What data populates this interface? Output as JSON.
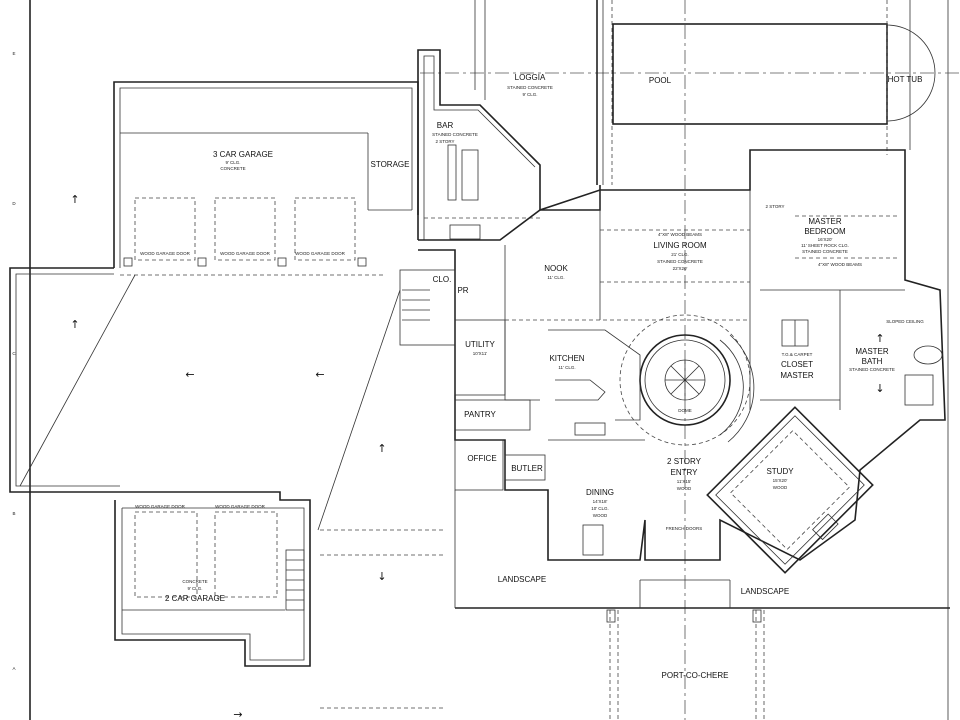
{
  "plan": {
    "garage3": {
      "name": "3 CAR GARAGE",
      "ceiling": "9' CLG.",
      "floor": "CONCRETE"
    },
    "storage": {
      "name": "STORAGE"
    },
    "loggia": {
      "name": "LOGGIA",
      "floor": "STAINED CONCRETE",
      "ceiling": "9' CLG."
    },
    "pool": {
      "name": "POOL"
    },
    "hot_tub": {
      "name": "HOT TUB"
    },
    "bar": {
      "name": "BAR",
      "floor": "STAINED CONCRETE",
      "height": "2 STORY"
    },
    "nook": {
      "name": "NOOK",
      "ceiling": "11' CLG."
    },
    "living": {
      "name": "LIVING ROOM",
      "ceiling": "21' CLG.",
      "floor": "STAINED CONCRETE",
      "size": "22'X20'",
      "beams": "4\"X8\" WOOD BEAMS"
    },
    "master_bedroom": {
      "name": "MASTER",
      "name2": "BEDROOM",
      "size": "16'X20'",
      "ceiling": "11' SHEET ROCK CLG.",
      "floor": "STAINED CONCRETE",
      "beams": "4\"X8\" WOOD BEAMS",
      "height": "2 STORY"
    },
    "clo": {
      "name": "CLO."
    },
    "pr": {
      "name": "PR"
    },
    "utility": {
      "name": "UTILITY",
      "size": "10'X11'"
    },
    "kitchen": {
      "name": "KITCHEN",
      "ceiling": "11' CLG."
    },
    "dome": {
      "name": "DOME"
    },
    "closet_master": {
      "floor": "T.G.& CARPET",
      "name": "CLOSET",
      "name2": "MASTER"
    },
    "master_bath": {
      "name": "MASTER",
      "name2": "BATH",
      "floor": "STAINED CONCRETE",
      "ceiling": "SLOPED CEILING"
    },
    "pantry": {
      "name": "PANTRY"
    },
    "office": {
      "name": "OFFICE"
    },
    "butler": {
      "name": "BUTLER"
    },
    "dining": {
      "name": "DINING",
      "size": "14'X18'",
      "ceiling": "10' CLG.",
      "floor": "WOOD"
    },
    "entry": {
      "name": "2 STORY",
      "name2": "ENTRY",
      "size": "11'X15'",
      "floor": "WOOD"
    },
    "study": {
      "name": "STUDY",
      "size": "15'X20'",
      "floor": "WOOD"
    },
    "landscape_left": {
      "name": "LANDSCAPE"
    },
    "landscape_right": {
      "name": "LANDSCAPE"
    },
    "porte_cochere": {
      "name": "PORT-CO-CHERE"
    },
    "garage2": {
      "floor": "CONCRETE",
      "ceiling": "9' CLG.",
      "name": "2 CAR GARAGE"
    },
    "garage_door": "WOOD GARAGE DOOR",
    "french_doors": "FRENCH DOORS",
    "slope_arrows": [
      "↑",
      "↑",
      "←",
      "←",
      "↑",
      "↓",
      "↓",
      "→"
    ],
    "grid_marks": [
      "E",
      "D",
      "C",
      "B",
      "A"
    ]
  }
}
